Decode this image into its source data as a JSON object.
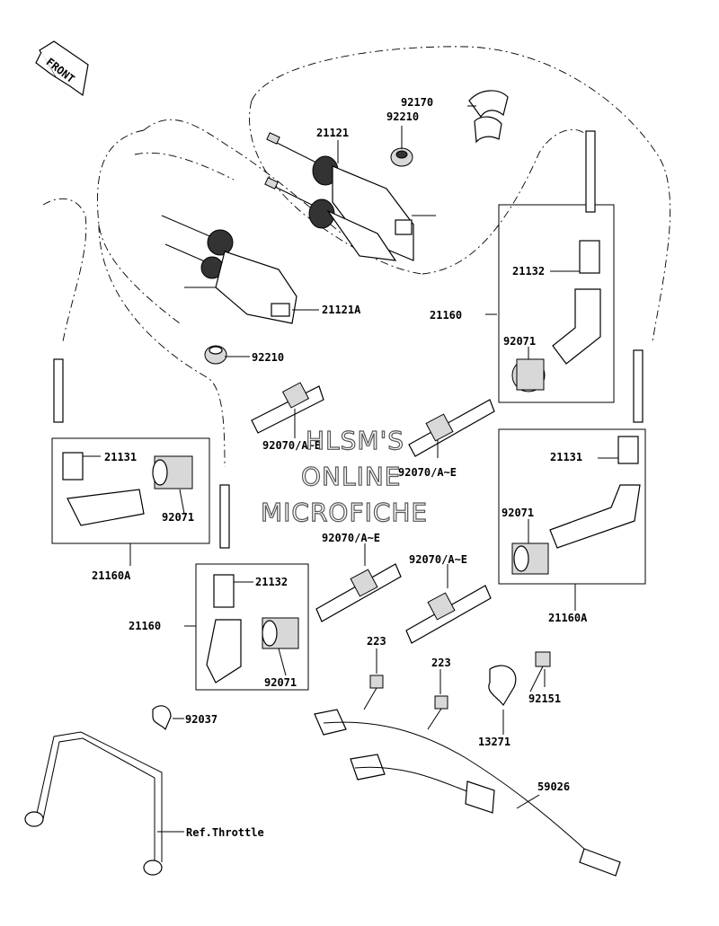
{
  "labels": {
    "front": "FRONT",
    "p92170": "92170",
    "p92210_top": "92210",
    "p21121": "21121",
    "p21121a": "21121A",
    "p92210_left": "92210",
    "p21160_upper": "21160",
    "p21132_upper": "21132",
    "p92071_upper": "92071",
    "p92070_left": "92070/A~E",
    "p92070_center": "92070/A~E",
    "p21131_left": "21131",
    "p92071_left": "92071",
    "p21160a_left": "21160A",
    "p21131_right": "21131",
    "p92071_right": "92071",
    "p21160a_right": "21160A",
    "p92070_mid": "92070/A~E",
    "p92070_midright": "92070/A~E",
    "p21132_lower": "21132",
    "p21160_lower": "21160",
    "p92071_lower": "92071",
    "p223_a": "223",
    "p223_b": "223",
    "p92151": "92151",
    "p13271": "13271",
    "p59026": "59026",
    "p92037": "92037",
    "ref_throttle": "Ref.Throttle"
  },
  "watermark": {
    "line1": "HLSM'S",
    "line2": "ONLINE",
    "line3": "MICROFICHE"
  }
}
